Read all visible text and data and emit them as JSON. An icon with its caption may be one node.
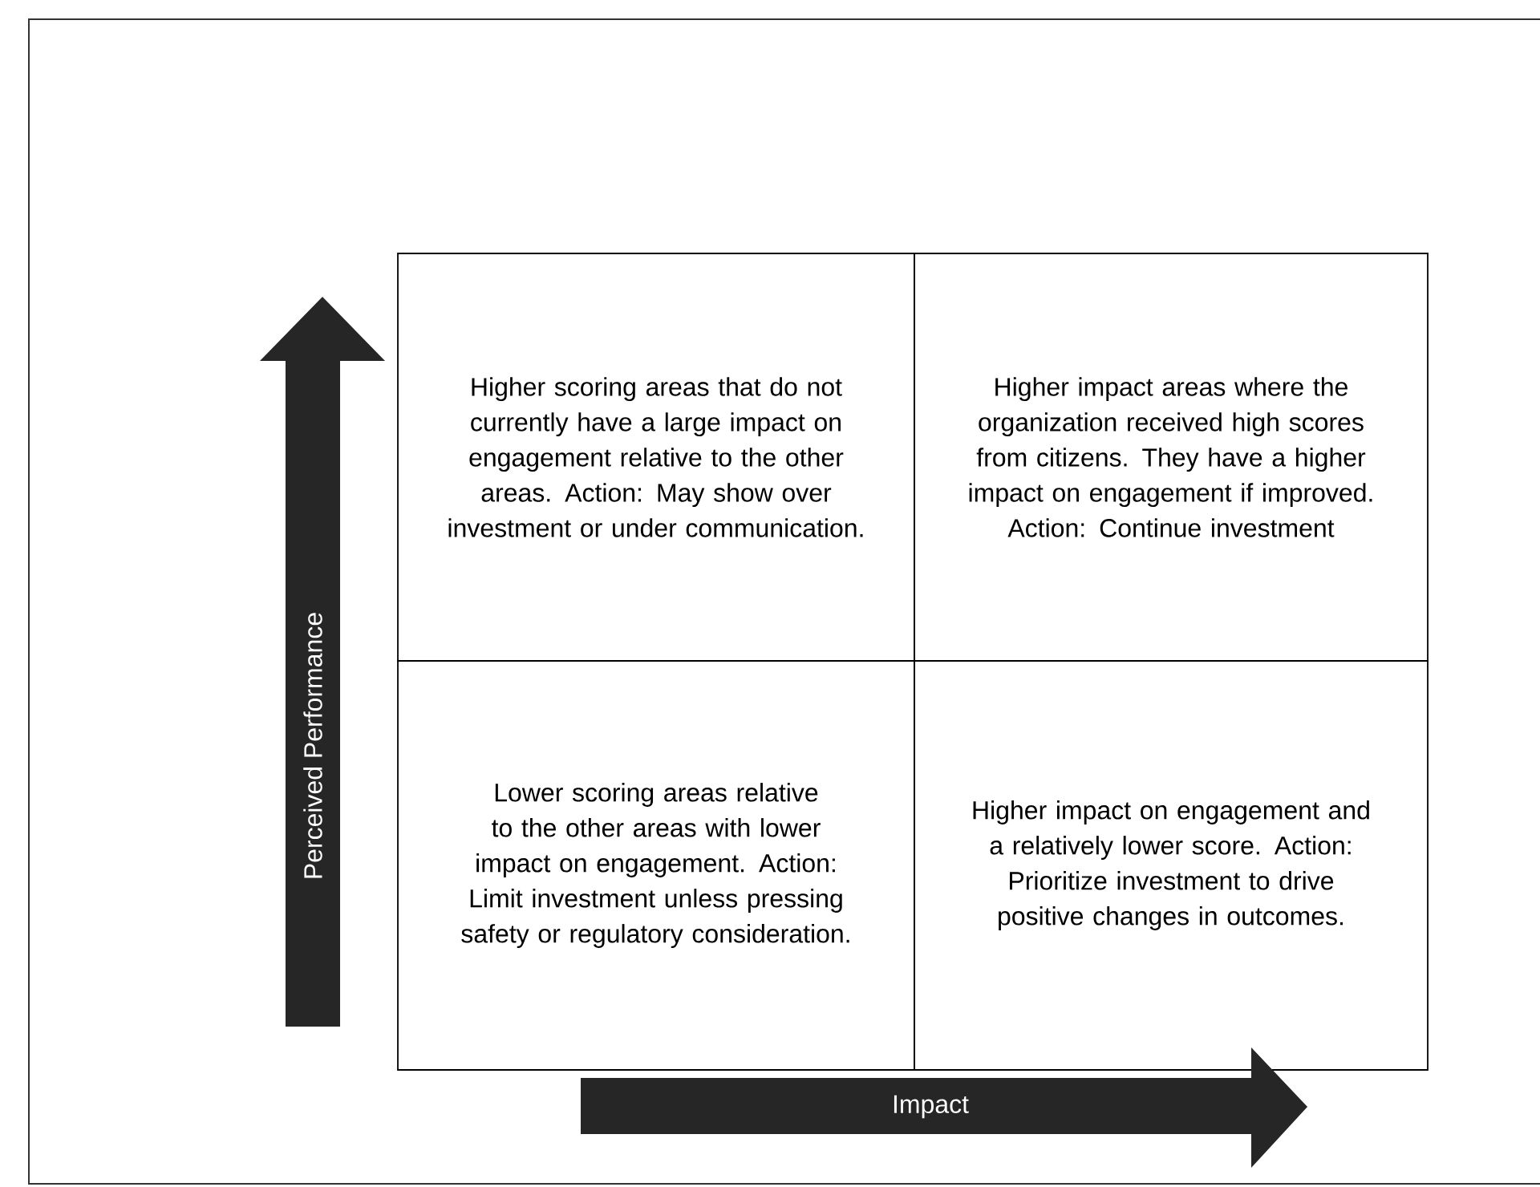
{
  "diagram": {
    "nodes": [
      {
        "text": [
          "Higher scoring areas that do not currently have a large impact on engagement relative to the other areas. Action: May show over investment or under communication."
        ]
      },
      {
        "text": [
          "Higher impact areas where the organization received high scores from citizens. They have a higher impact on engagement if improved. Action: Continue investment"
        ]
      },
      {
        "text": [
          "Lower scoring areas relative to the other areas with lower impact on engagement. Action: Limit investment unless pressing safety or regulatory consideration."
        ]
      },
      {
        "text": [
          "Higher impact on engagement and a relatively lower score. Action: Prioritize investment to drive positive changes in outcomes."
        ]
      }
    ],
    "labels": [
      "Perceived Performance",
      "Impact"
    ]
  }
}
